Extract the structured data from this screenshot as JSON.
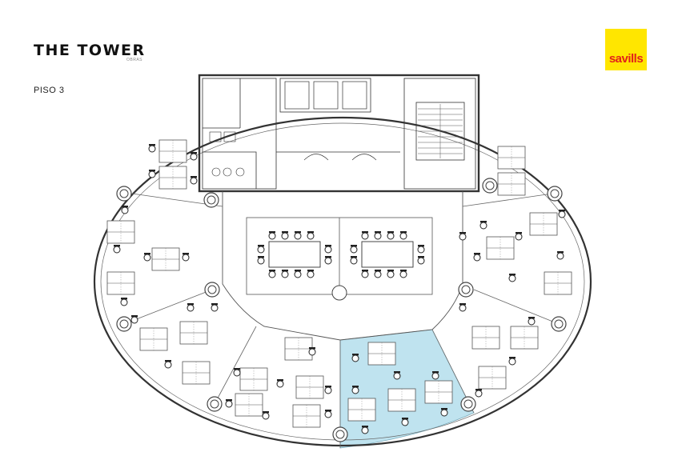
{
  "header": {
    "brand_name": "THE TOWER",
    "brand_sub": "OBRAS",
    "floor_label": "PISO 3"
  },
  "agency_logo": {
    "text": "savills",
    "background": "#ffe600",
    "text_color": "#e2231a"
  },
  "plan": {
    "highlight_color": "#bfe3ef",
    "line_color": "#444444"
  }
}
